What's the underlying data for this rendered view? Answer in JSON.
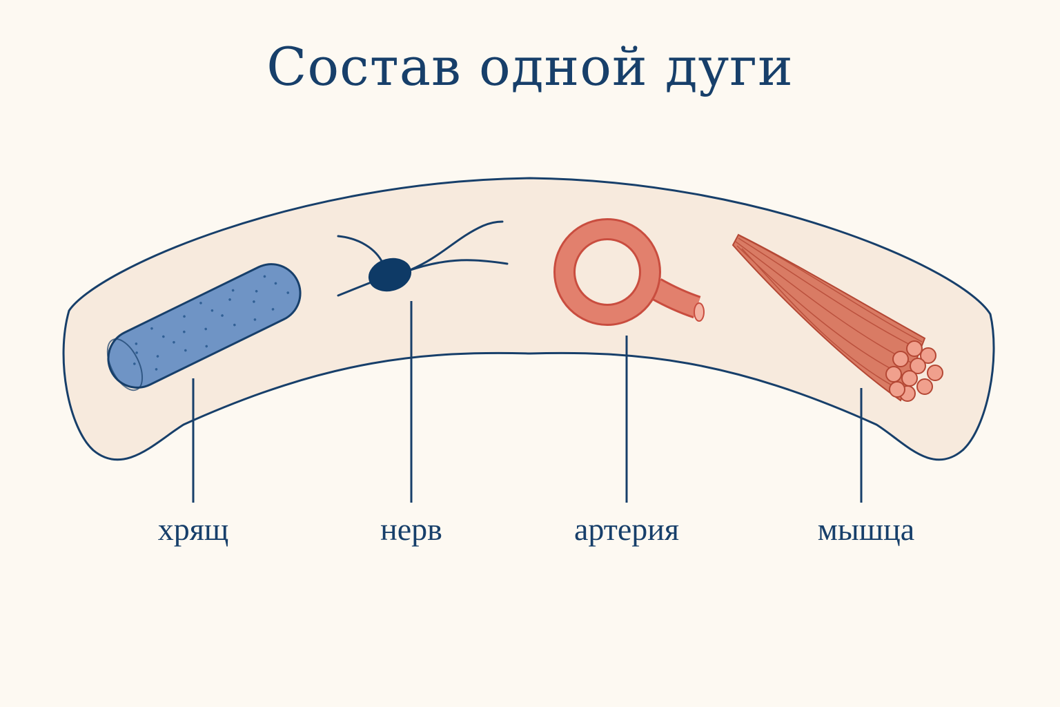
{
  "title": "Состав одной дуги",
  "labels": {
    "cartilage": "хрящ",
    "nerve": "нерв",
    "artery": "артерия",
    "muscle": "мышца"
  },
  "colors": {
    "background": "#fdf9f2",
    "arch_fill": "#f7eadd",
    "outline": "#173f6a",
    "cartilage": "#6f94c5",
    "nerve": "#0e3a66",
    "artery": "#e2806d",
    "muscle": "#d97b64"
  }
}
